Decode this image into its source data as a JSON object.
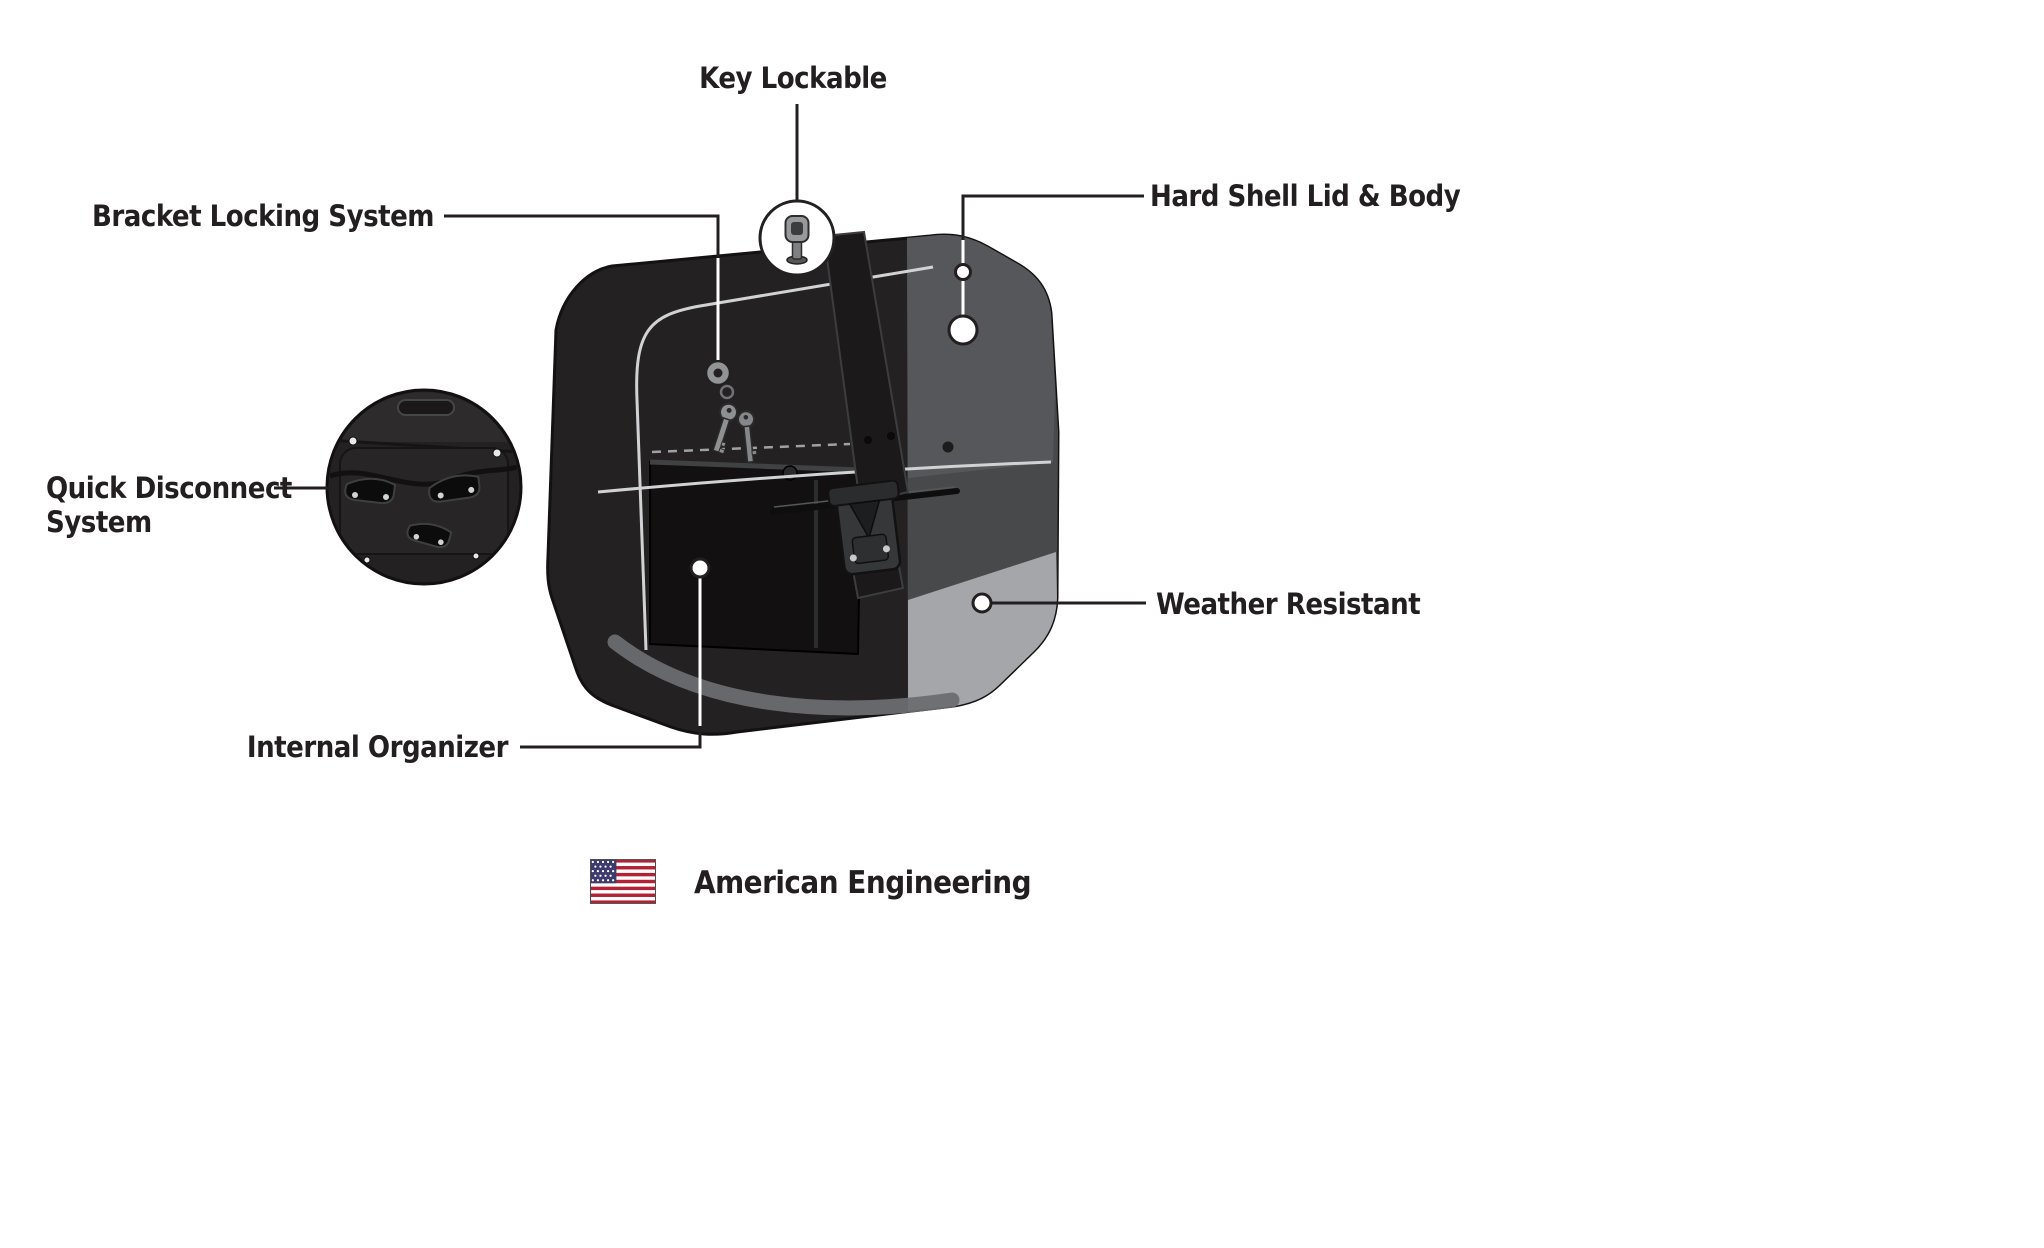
{
  "callouts": {
    "key_lockable": {
      "label": "Key Lockable"
    },
    "bracket_locking_system": {
      "label": "Bracket Locking System"
    },
    "hard_shell_lid_body": {
      "label": "Hard Shell Lid & Body"
    },
    "quick_disconnect_system": {
      "label": "Quick Disconnect System"
    },
    "weather_resistant": {
      "label": "Weather Resistant"
    },
    "internal_organizer": {
      "label": "Internal Organizer"
    }
  },
  "footer": {
    "flag_icon": "us-flag",
    "text": "American Engineering"
  },
  "colors": {
    "text": "#231f20",
    "callout_line": "#231f20",
    "bag_black": "#242122",
    "bag_panel_gray": "#48494b",
    "bag_light_gray": "#a4a6a9",
    "seam_gray": "#d0d2d4",
    "flag_red": "#b22234",
    "flag_blue": "#3c3b6e"
  }
}
